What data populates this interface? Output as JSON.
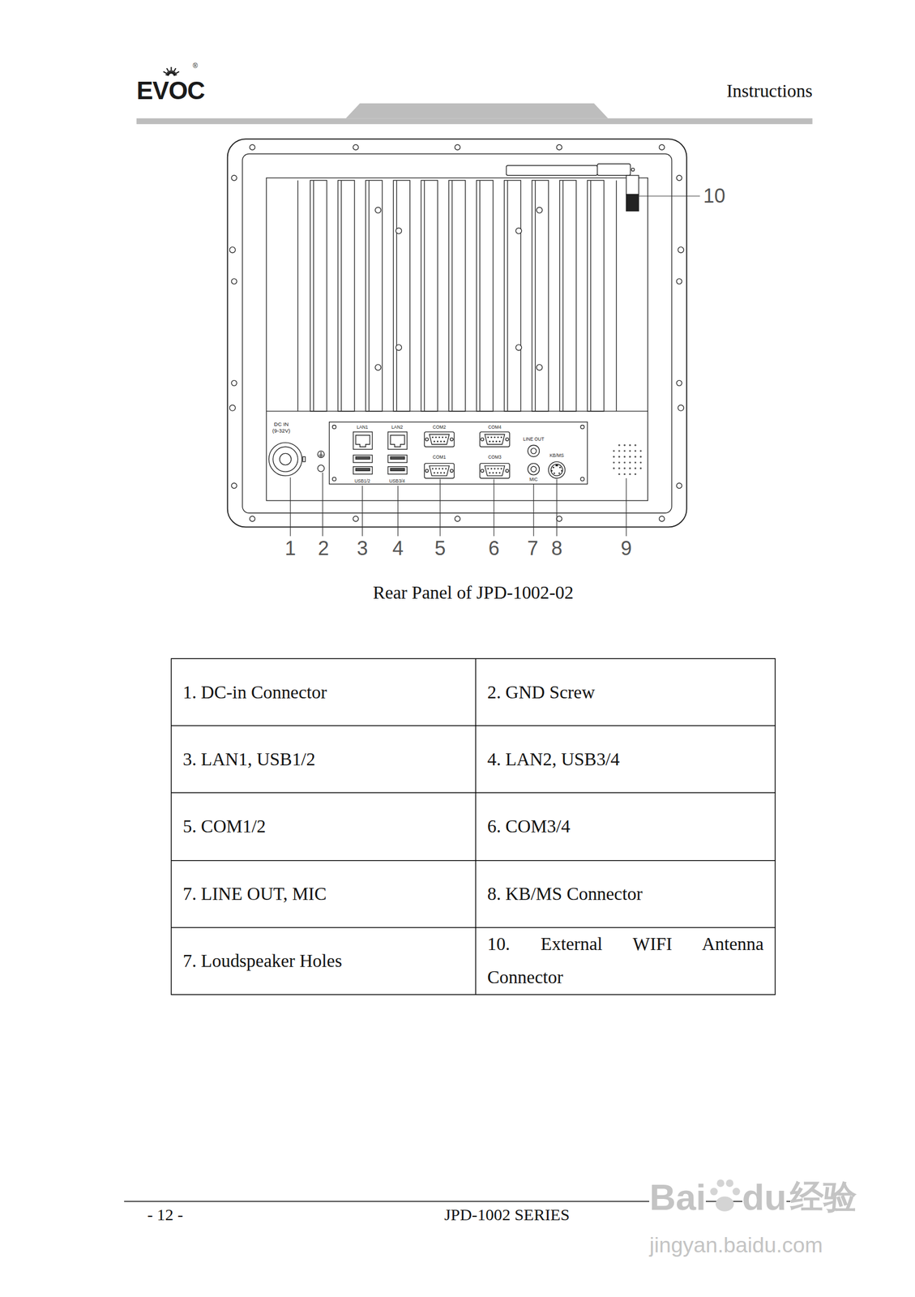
{
  "diagram": {
    "caption": "Rear Panel of JPD-1002-02",
    "labels": [
      "EVOC",
      "®",
      "Instructions",
      "DC IN",
      "(9-32V)",
      "LAN1",
      "LAN2",
      "COM2",
      "COM4",
      "LINE OUT",
      "USB1/2",
      "USB3/4",
      "COM1",
      "COM3",
      "MIC",
      "KB/MS",
      "1",
      "2",
      "3",
      "4",
      "5",
      "6",
      "7",
      "8",
      "9",
      "10",
      "1. DC-in Connector",
      "2. GND Screw",
      "3. LAN1, USB1/2",
      "4. LAN2, USB3/4",
      "5. COM1/2",
      "6. COM3/4",
      "7. LINE OUT, MIC",
      "8. KB/MS Connector",
      "7. Loudspeaker Holes",
      "10. External WIFI Antenna Connector",
      "- 12 -",
      "JPD-1002 SERIES",
      "Bai",
      "du",
      "经验",
      "jingyan.baidu.com"
    ]
  }
}
